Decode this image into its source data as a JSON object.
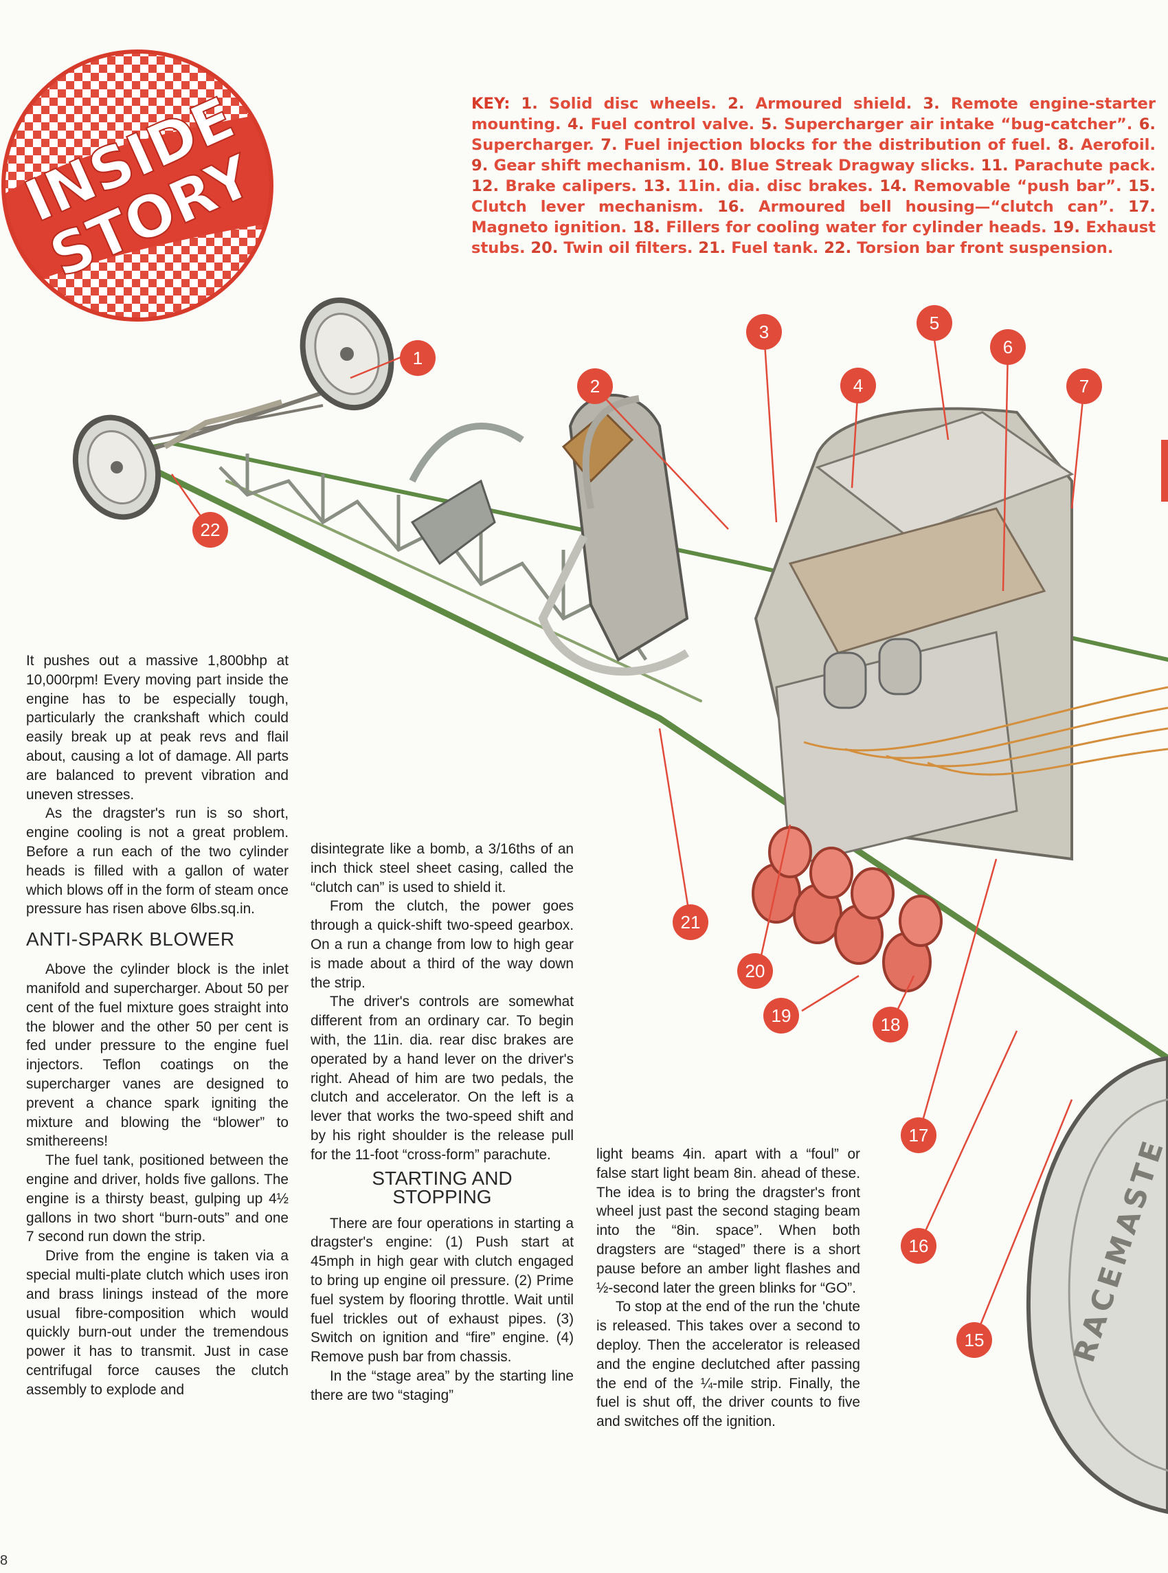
{
  "badge": {
    "line1": "INSIDE",
    "line2": "STORY"
  },
  "key": {
    "label": "KEY:",
    "items": [
      {
        "n": "1.",
        "t": "Solid disc wheels."
      },
      {
        "n": "2.",
        "t": "Armoured shield."
      },
      {
        "n": "3.",
        "t": "Remote engine-starter mounting."
      },
      {
        "n": "4.",
        "t": "Fuel control valve."
      },
      {
        "n": "5.",
        "t": "Supercharger air intake “bug-catcher”."
      },
      {
        "n": "6.",
        "t": "Supercharger."
      },
      {
        "n": "7.",
        "t": "Fuel injection blocks for the distribution of fuel."
      },
      {
        "n": "8.",
        "t": "Aerofoil."
      },
      {
        "n": "9.",
        "t": "Gear shift mechanism."
      },
      {
        "n": "10.",
        "t": "Blue Streak Dragway slicks."
      },
      {
        "n": "11.",
        "t": "Parachute pack."
      },
      {
        "n": "12.",
        "t": "Brake calipers."
      },
      {
        "n": "13.",
        "t": "11in. dia. disc brakes."
      },
      {
        "n": "14.",
        "t": "Removable “push bar”."
      },
      {
        "n": "15.",
        "t": "Clutch lever mechanism."
      },
      {
        "n": "16.",
        "t": "Armoured bell housing—“clutch can”."
      },
      {
        "n": "17.",
        "t": "Magneto ignition."
      },
      {
        "n": "18.",
        "t": "Fillers for cooling water for cylinder heads."
      },
      {
        "n": "19.",
        "t": "Exhaust stubs."
      },
      {
        "n": "20.",
        "t": "Twin oil filters."
      },
      {
        "n": "21.",
        "t": "Fuel tank."
      },
      {
        "n": "22.",
        "t": "Torsion bar front suspension."
      }
    ]
  },
  "callouts": [
    "1",
    "2",
    "3",
    "4",
    "5",
    "6",
    "7",
    "15",
    "16",
    "17",
    "18",
    "19",
    "20",
    "21",
    "22"
  ],
  "tire_text": "RACEMASTE",
  "col1": {
    "p1": "It pushes out a massive 1,800bhp at 10,000rpm! Every moving part inside the engine has to be especially tough, particularly the crankshaft which could easily break up at peak revs and flail about, causing a lot of damage. All parts are balanced to prevent vibration and uneven stresses.",
    "p2": "As the dragster's run is so short, engine cooling is not a great problem. Before a run each of the two cylinder heads is filled with a gallon of water which blows off in the form of steam once pressure has risen above 6lbs.sq.in.",
    "heading": "ANTI-SPARK BLOWER",
    "p3": "Above the cylinder block is the inlet manifold and supercharger. About 50 per cent of the fuel mixture goes straight into the blower and the other 50 per cent is fed under pressure to the engine fuel injectors. Teflon coatings on the supercharger vanes are designed to prevent a chance spark igniting the mixture and blowing the “blower” to smithereens!",
    "p4": "The fuel tank, positioned between the engine and driver, holds five gallons. The engine is a thirsty beast, gulping up 4½ gallons in two short “burn-outs” and one 7 second run down the strip.",
    "p5": "Drive from the engine is taken via a special multi-plate clutch which uses iron and brass linings instead of the more usual fibre-composition which would quickly burn-out under the tremendous power it has to transmit. Just in case centrifugal force causes the clutch assembly to explode and"
  },
  "col2": {
    "p1": "disintegrate like a bomb, a 3/16ths of an inch thick steel sheet casing, called the “clutch can” is used to shield it.",
    "p2": "From the clutch, the power goes through a quick-shift two-speed gearbox. On a run a change from low to high gear is made about a third of the way down the strip.",
    "p3": "The driver's controls are somewhat different from an ordinary car. To begin with, the 11in. dia. rear disc brakes are operated by a hand lever on the driver's right. Ahead of him are two pedals, the clutch and accelerator. On the left is a lever that works the two-speed shift and by his right shoulder is the release pull for the 11-foot “cross-form” parachute.",
    "heading1": "STARTING AND",
    "heading2": "STOPPING",
    "p4": "There are four operations in starting a dragster's engine: (1) Push start at 45mph in high gear with clutch engaged to bring up engine oil pressure. (2) Prime fuel system by flooring throttle. Wait until fuel trickles out of exhaust pipes. (3) Switch on ignition and “fire” engine. (4) Remove push bar from chassis.",
    "p5": "In the “stage area” by the starting line there are two “staging”"
  },
  "col3": {
    "p1": "light beams 4in. apart with a “foul” or false start light beam 8in. ahead of these. The idea is to bring the dragster's front wheel just past the second staging beam into the “8in. space”. When both dragsters are “staged” there is a short pause before an amber light flashes and ½-second later the green blinks for “GO”.",
    "p2": "To stop at the end of the run the 'chute is released. This takes over a second to deploy. Then the accelerator is released and the engine declutched after passing the end of the ¼-mile strip. Finally, the fuel is shut off, the driver counts to five and switches off the ignition."
  },
  "page_number": "8",
  "colors": {
    "accent_red": "#e14b39",
    "frame_green": "#5f8a44",
    "engine_silver": "#c9c6bd"
  }
}
